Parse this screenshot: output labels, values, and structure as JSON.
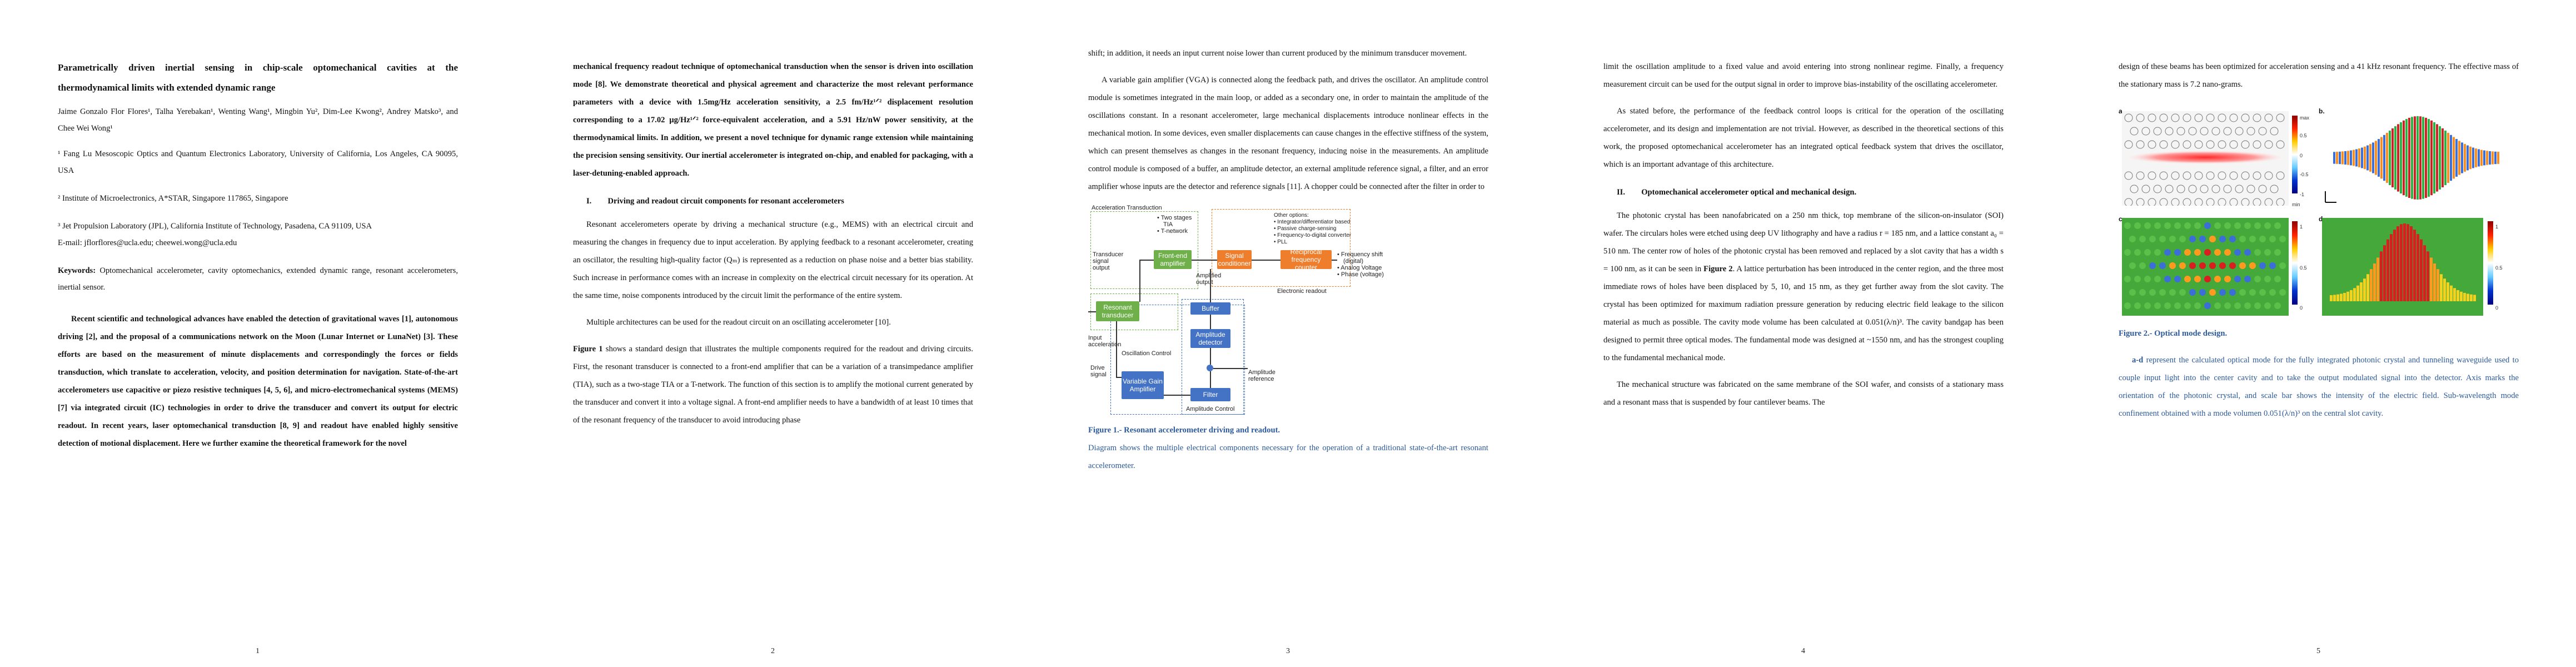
{
  "pages": [
    {
      "number": "1",
      "title": "Parametrically driven inertial sensing in chip-scale optomechanical cavities at the thermodynamical limits with extended dynamic range",
      "authors": "Jaime Gonzalo Flor Flores¹, Talha Yerebakan¹, Wenting Wang¹, Mingbin Yu², Dim-Lee Kwong², Andrey Matsko³, and Chee Wei Wong¹",
      "affil1": "¹ Fang Lu Mesoscopic Optics and Quantum Electronics Laboratory, University of California, Los Angeles, CA 90095, USA",
      "affil2": "² Institute of Microelectronics, A*STAR, Singapore 117865, Singapore",
      "affil3": "³ Jet Propulsion Laboratory (JPL), California Institute of Technology, Pasadena, CA 91109, USA",
      "email": "E-mail: jflorflores@ucla.edu; cheewei.wong@ucla.edu",
      "keywords_label": "Keywords:",
      "keywords": "Optomechanical accelerometer, cavity optomechanics, extended dynamic range, resonant accelerometers, inertial sensor.",
      "abstract": "Recent scientific and technological advances have enabled the detection of gravitational waves [1], autonomous driving [2], and the proposal of a communications network on the Moon (Lunar Internet or LunaNet) [3]. These efforts are based on the measurement of minute displacements and correspondingly the forces or fields transduction, which translate to acceleration, velocity, and position determination for navigation. State-of-the-art accelerometers use capacitive or piezo resistive techniques [4, 5, 6], and micro-electromechanical systems (MEMS) [7] via integrated circuit (IC) technologies in order to drive the transducer and convert its output for electric readout. In recent years, laser optomechanical transduction [8, 9] and readout have enabled highly sensitive detection of motional displacement. Here we further examine the theoretical framework for the novel"
    },
    {
      "number": "2",
      "abstract_cont": "mechanical frequency readout technique of optomechanical transduction when the sensor is driven into oscillation mode [8]. We demonstrate theoretical and physical agreement and characterize the most relevant performance parameters with a device with 1.5mg/Hz acceleration sensitivity, a 2.5 fm/Hz¹ᐟ² displacement resolution corresponding to a 17.02 µg/Hz¹ᐟ² force-equivalent acceleration, and a 5.91 Hz/nW power sensitivity, at the thermodynamical limits. In addition, we present a novel technique for dynamic range extension while maintaining the precision sensing sensitivity. Our inertial accelerometer is integrated on-chip, and enabled for packaging, with a laser-detuning-enabled approach.",
      "section": "I.  Driving and readout circuit components for resonant accelerometers",
      "p1": "Resonant accelerometers operate by driving a mechanical structure (e.g., MEMS) with an electrical circuit and measuring the changes in frequency due to input acceleration. By applying feedback to a resonant accelerometer, creating an oscillator, the resulting high-quality factor (Qₘ) is represented as a reduction on phase noise and a better bias stability. Such increase in performance comes with an increase in complexity on the electrical circuit necessary for its operation. At the same time, noise components introduced by the circuit limit the performance of the entire system.",
      "p2_lead": "Multiple architectures can be used for the readout circuit on an oscillating accelerometer [10].",
      "p2_fig": "Figure 1",
      "p2": " shows a standard design that illustrates the multiple components required for the readout and driving circuits. First, the resonant transducer is connected to a front-end amplifier that can be a variation of a transimpedance amplifier (TIA), such as a two-stage TIA or a T-network. The function of this section is to amplify the motional current generated by the transducer and convert it into a voltage signal. A front-end amplifier needs to have a bandwidth of at least 10 times that of the resonant frequency of the transducer to avoid introducing phase"
    },
    {
      "number": "3",
      "p0": "shift; in addition, it needs an input current noise lower than current produced by the minimum transducer movement.",
      "p1": "A variable gain amplifier (VGA) is connected along the feedback path, and drives the oscillator. An amplitude control module is sometimes integrated in the main loop, or added as a secondary one, in order to maintain the amplitude of the oscillations constant. In a resonant accelerometer, large mechanical displacements introduce nonlinear effects in the mechanical motion. In some devices, even smaller displacements can cause changes in the effective stiffness of the system, which can present themselves as changes in the resonant frequency, inducing noise in the measurements. An amplitude control module is composed of a buffer, an amplitude detector, an external amplitude reference signal, a filter, and an error amplifier whose inputs are the detector and reference signals [11]. A chopper could be connected after the filter in order to",
      "diagram": {
        "acq": "Acceleration Transduction",
        "front_end": "Front-end amplifier",
        "resonant": "Resonant transducer",
        "signal_cond": "Signal conditioner",
        "reciprocal": "Reciprocal frequency counter",
        "buffer": "Buffer",
        "amp_det": "Amplitude detector",
        "vga": "Variable Gain Amplifier",
        "filter": "Filter",
        "osc_ctrl": "Oscillation Control",
        "amp_ctrl": "Amplitude Control",
        "elec_readout": "Electronic readout",
        "fe_opts": [
          "• Two stages",
          " TIA",
          "• T-network"
        ],
        "other_opts": [
          "Other options:",
          "• Integrator/differentiator based",
          "• Passive charge-sensing",
          "• Frequency-to-digital converter",
          "• PLL"
        ],
        "transducer_out": "Transducer signal output",
        "amplified_out": "Amplified output",
        "input_acc": "Input acceleration",
        "drive_signal": "Drive signal",
        "amp_ref": "Amplitude reference",
        "outputs": [
          "• Frequency shift",
          " (digital)",
          "• Analog Voltage",
          "• Phase (voltage)"
        ]
      },
      "cap_title": "Figure 1.- Resonant accelerometer driving and readout.",
      "cap_text": "Diagram shows the multiple electrical components necessary for the operation of a traditional state-of-the-art resonant accelerometer."
    },
    {
      "number": "4",
      "p0": "limit the oscillation amplitude to a fixed value and avoid entering into strong nonlinear regime. Finally, a frequency measurement circuit can be used for the output signal in order to improve bias-instability of the oscillating accelerometer.",
      "p1": "As stated before, the performance of the feedback control loops is critical for the operation of the oscillating accelerometer, and its design and implementation are not trivial. However, as described in the theoretical sections of this work, the proposed optomechanical accelerometer has an integrated optical feedback system that drives the oscillator, which is an important advantage of this architecture.",
      "section": "II.  Optomechanical accelerometer optical and mechanical design.",
      "p2a": "The photonic crystal has been nanofabricated on a 250 nm thick, top membrane of the silicon-on-insulator (SOI) wafer. The circulars holes were etched using deep UV lithography and have a radius r = 185 nm, and a lattice constant a₀ = 510 nm. The center row of holes of the photonic crystal has been removed and replaced by a slot cavity that has a width s = 100 nm, as it can be seen in ",
      "p2_fig": "Figure 2",
      "p2b": ". A lattice perturbation has been introduced in the center region, and the three most immediate rows of holes have been displaced by 5, 10, and 15 nm, as they get further away from the slot cavity. The crystal has been optimized for maximum radiation pressure generation by reducing electric field leakage to the silicon material as much as possible. The cavity mode volume has been calculated at 0.051(λ/n)³. The cavity bandgap has been designed to permit three optical modes. The fundamental mode was designed at ~1550 nm, and has the strongest coupling to the fundamental mechanical mode.",
      "p3": "The mechanical structure was fabricated on the same membrane of the SOI wafer, and consists of a stationary mass and a resonant mass that is suspended by four cantilever beams. The"
    },
    {
      "number": "5",
      "p0": "design of these beams has been optimized for acceleration sensing and a 41 kHz resonant frequency. The effective mass of the stationary mass is 7.2 nano-grams.",
      "fig": {
        "a": "a.",
        "b": "b.",
        "c": "c.",
        "d": "d.",
        "max": "max",
        "min": "min",
        "ticks_a": [
          "0.5",
          "0",
          "-0.5",
          "-1"
        ],
        "ticks_c": [
          "1",
          "0.5",
          "0"
        ],
        "ticks_d": [
          "1",
          "0.5",
          "0"
        ]
      },
      "cap_title": "Figure 2.- Optical mode design.",
      "cap_bold": "a-d",
      "cap_text": " represent the calculated optical mode for the fully integrated photonic crystal and tunneling waveguide used to couple input light into the center cavity and to take the output modulated signal into the detector. Axis marks the orientation of the photonic crystal, and scale bar shows the intensity of the electric field. Sub-wavelength mode confinement obtained with a mode volumen 0.051(λ/n)³ on the central slot cavity.",
      "colors": {
        "accent_blue": "#2d5a9a",
        "green_box": "#6fb04a",
        "orange_box": "#ee7d2c",
        "blue_box": "#4472c4"
      }
    }
  ]
}
